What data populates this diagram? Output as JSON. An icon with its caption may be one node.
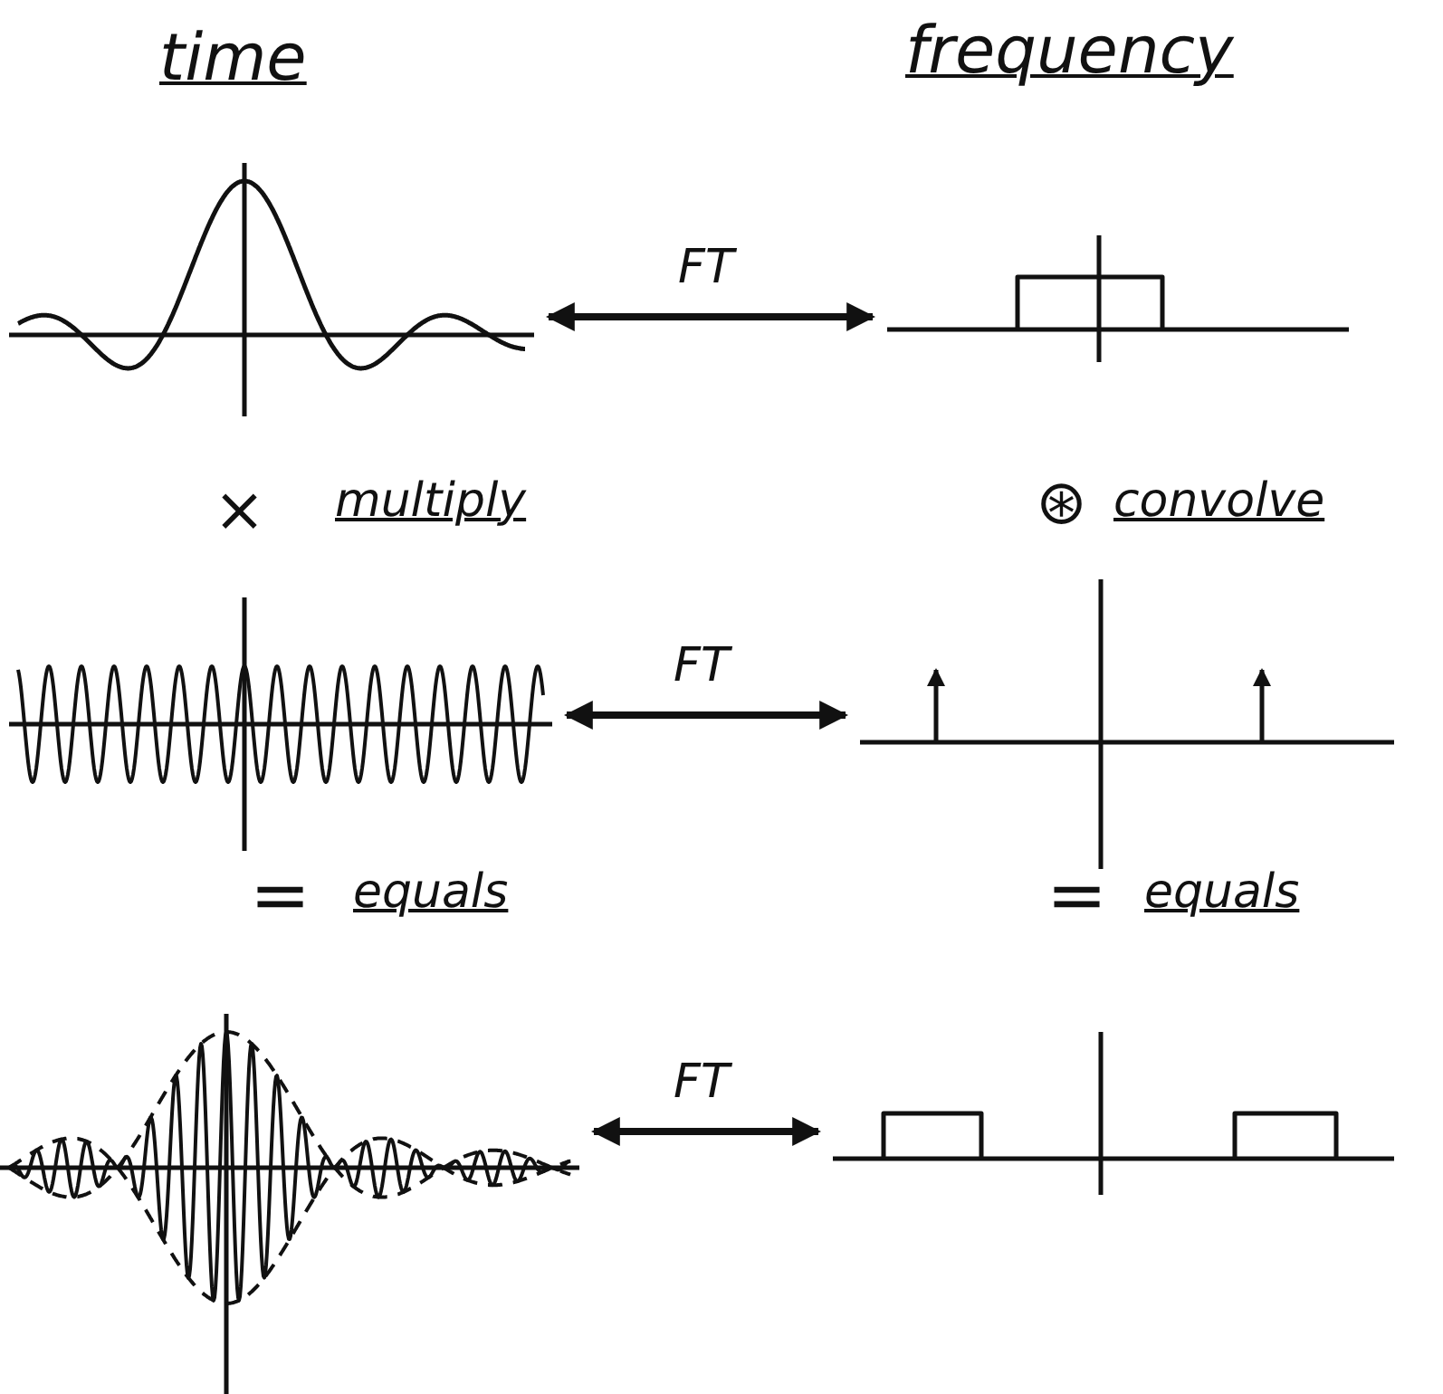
{
  "diagram": {
    "nodes": [
      {
        "text": [],
        "shape": "picture"
      },
      {
        "text": [],
        "shape": "picture"
      },
      {
        "text": [],
        "shape": "picture"
      },
      {
        "text": [],
        "shape": "picture"
      },
      {
        "text": [],
        "shape": "picture"
      },
      {
        "text": [],
        "shape": "picture"
      }
    ],
    "edges": [
      {
        "from": 0,
        "to": 1,
        "arrow": "both",
        "label": "FT"
      },
      {
        "from": 2,
        "to": 3,
        "arrow": "both",
        "label": "FT"
      },
      {
        "from": 4,
        "to": 5,
        "arrow": "both",
        "label": "FT"
      }
    ],
    "labels": [
      "time",
      "frequency",
      "×",
      "multiply",
      "⊛",
      "convolve",
      "=",
      "equals",
      "=",
      "equals"
    ]
  }
}
